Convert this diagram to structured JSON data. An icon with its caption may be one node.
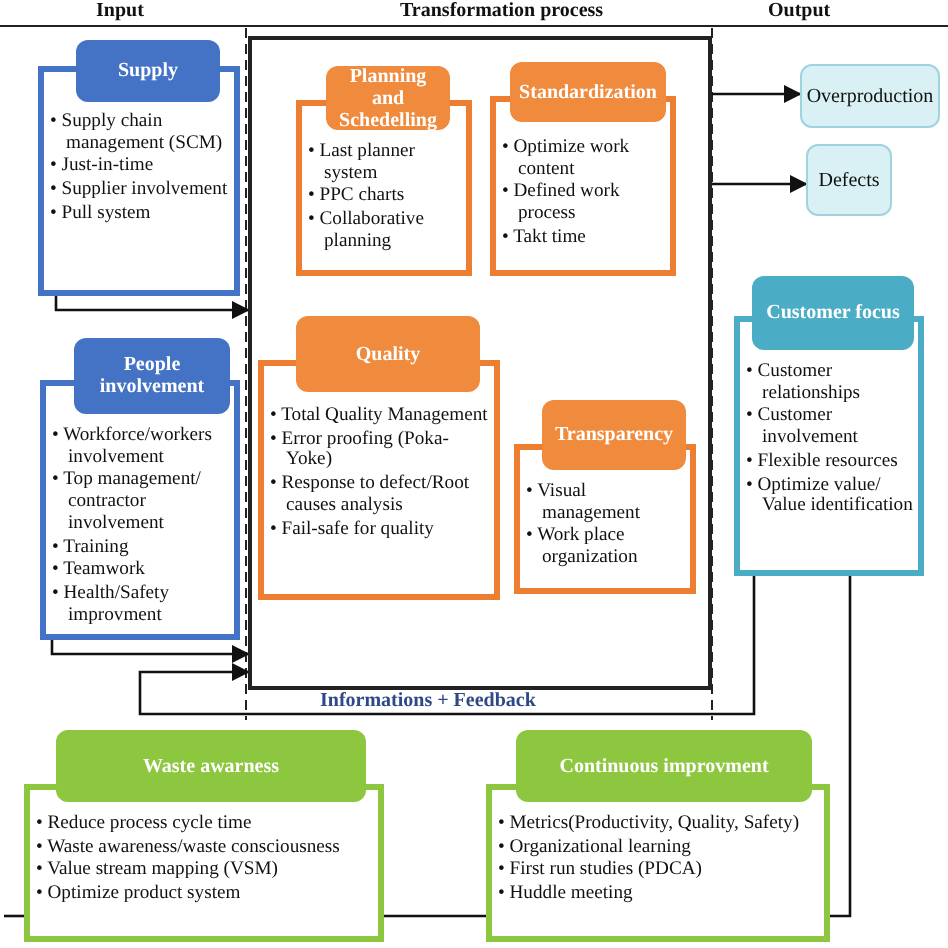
{
  "diagram": {
    "nodes": [
      {
        "text": [
          "Supply",
          "• Supply chain management (SCM)",
          "• Just-in-time",
          "• Supplier involvement",
          "• Pull system"
        ]
      },
      {
        "text": [
          "People involvement",
          "• Workforce/workers involvement",
          "• Top management/ contractor involvement",
          "• Training",
          "• Teamwork",
          "• Health/Safety improvment"
        ]
      },
      {
        "text": [],
        "shape": "box"
      },
      {
        "text": [
          "Planning and Schedelling",
          "• Last planner system",
          "• PPC charts",
          "• Collaborative planning"
        ],
        "in": 2
      },
      {
        "text": [
          "Standardization",
          "• Optimize work content",
          "• Defined work process",
          "• Takt time"
        ],
        "in": 2
      },
      {
        "text": [
          "Quality",
          "• Total Quality Management",
          "• Error proofing (Poka-Yoke)",
          "• Response to defect/Root causes analysis",
          "• Fail-safe for quality"
        ],
        "in": 2
      },
      {
        "text": [
          "Transparency",
          "• Visual management",
          "• Work place organization"
        ],
        "in": 2
      },
      {
        "text": [
          "Overproduction"
        ]
      },
      {
        "text": [
          "Defects"
        ]
      },
      {
        "text": [
          "Customer focus",
          "• Customer relationships",
          "• Customer involvement",
          "• Flexible resources",
          "• Optimize value/ Value identification"
        ]
      },
      {
        "text": [
          "Waste awarness",
          "• Reduce process cycle time",
          "• Waste awareness/waste consciousness",
          "• Value stream mapping (VSM)",
          "• Optimize product system"
        ]
      },
      {
        "text": [
          "Continuous improvment",
          "• Metrics(Productivity, Quality, Safety)",
          "• Organizational learning",
          "• First run studies (PDCA)",
          "• Huddle meeting"
        ]
      }
    ],
    "edges": [
      {
        "from": 0,
        "to": 2,
        "arrow": "to"
      },
      {
        "from": 1,
        "to": 2,
        "arrow": "to"
      },
      {
        "from": 2,
        "to": 7,
        "arrow": "to"
      },
      {
        "from": 2,
        "to": 8,
        "arrow": "to"
      },
      {
        "from": 9,
        "to": 2,
        "arrow": "to",
        "label": "Informations + Feedback"
      },
      {
        "from": 9,
        "to": 11,
        "arrow": "none"
      },
      {
        "from": null,
        "to": 10,
        "arrow": "none"
      },
      {
        "from": 10,
        "to": 11,
        "arrow": "none"
      }
    ],
    "labels": [
      "Input",
      "Transformation process",
      "Output"
    ]
  }
}
